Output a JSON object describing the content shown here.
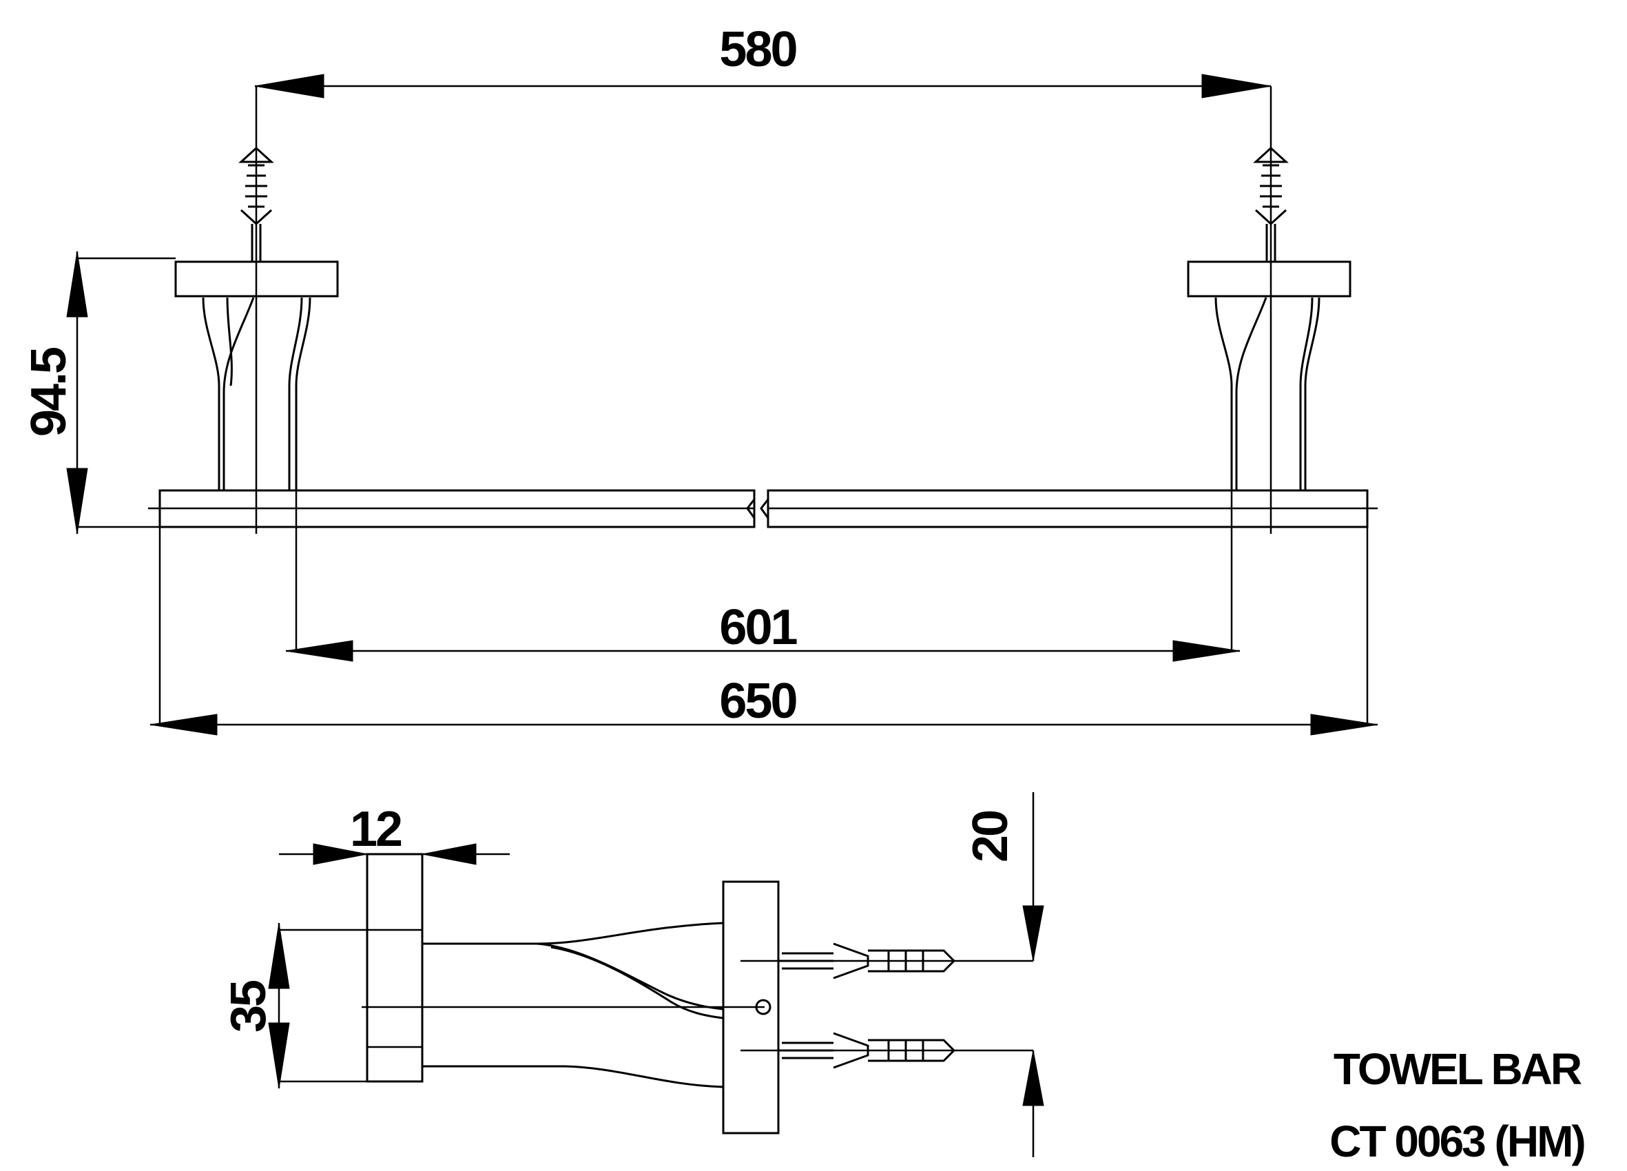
{
  "dimensions": {
    "top_span": "580",
    "height": "94.5",
    "inner_span": "601",
    "overall_length": "650",
    "flange_thickness": "12",
    "body_height": "35",
    "anchor_spacing": "20"
  },
  "title_block": {
    "product_name": "TOWEL BAR",
    "model_code": "CT 0063 (HM)"
  }
}
